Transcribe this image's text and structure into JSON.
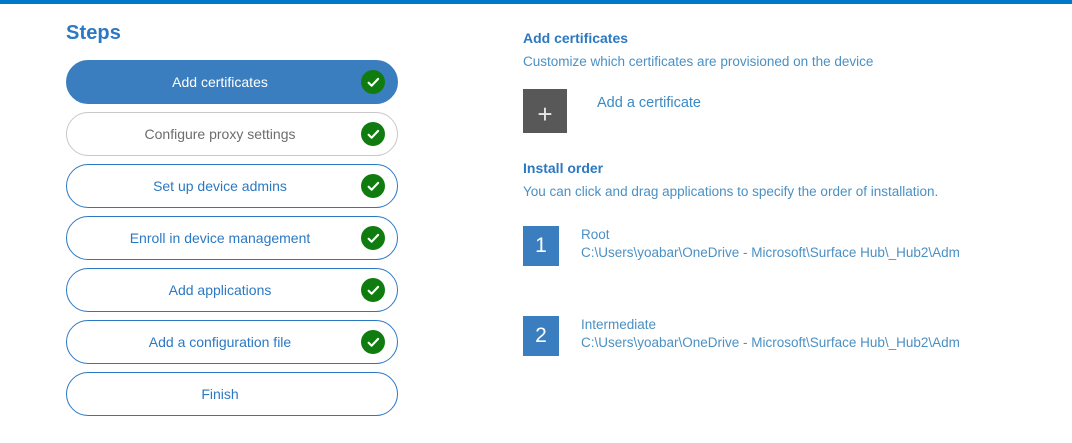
{
  "theme": {
    "accent_bar": "#0078c8",
    "primary_blue": "#2b79c2",
    "selected_fill": "#3a7ebf",
    "muted_gray": "#6d6d6d",
    "check_green": "#107c10",
    "plus_button_gray": "#585858",
    "body_blue": "#4a90c4"
  },
  "steps_panel": {
    "title": "Steps",
    "items": [
      {
        "label": "Add certificates",
        "state": "selected",
        "completed": true
      },
      {
        "label": "Configure proxy settings",
        "state": "muted",
        "completed": true
      },
      {
        "label": "Set up device admins",
        "state": "default",
        "completed": true
      },
      {
        "label": "Enroll in device management",
        "state": "default",
        "completed": true
      },
      {
        "label": "Add applications",
        "state": "default",
        "completed": true
      },
      {
        "label": "Add a configuration file",
        "state": "default",
        "completed": true
      },
      {
        "label": "Finish",
        "state": "default",
        "completed": false
      }
    ]
  },
  "detail_panel": {
    "certificates": {
      "heading": "Add certificates",
      "subtitle": "Customize which certificates are provisioned on the device",
      "add_button_glyph": "+",
      "add_button_label": "Add a certificate"
    },
    "install_order": {
      "heading": "Install order",
      "subtitle": "You can click and drag applications to specify the order of installation.",
      "items": [
        {
          "number": "1",
          "name": "Root",
          "path": "C:\\Users\\yoabar\\OneDrive - Microsoft\\Surface Hub\\_Hub2\\Adm"
        },
        {
          "number": "2",
          "name": "Intermediate",
          "path": "C:\\Users\\yoabar\\OneDrive - Microsoft\\Surface Hub\\_Hub2\\Adm"
        }
      ]
    }
  }
}
